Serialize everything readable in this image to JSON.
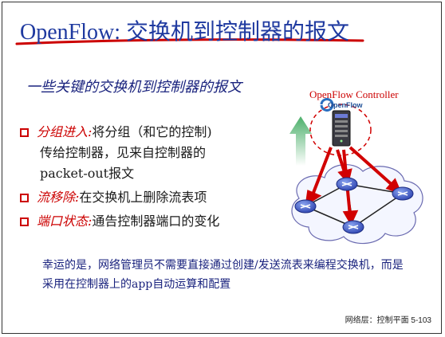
{
  "title": "OpenFlow: 交换机到控制器的报文",
  "subtitle": "一些关键的交换机到控制器的报文",
  "bullets": [
    {
      "term": "分组进入:",
      "text": "将分组（和它的控制)",
      "cont1": "传给控制器，见来自控制器的",
      "cont2": "packet-out报文"
    },
    {
      "term": "流移除:",
      "text": "在交换机上删除流表项"
    },
    {
      "term": "端口状态:",
      "text": "通告控制器端口的变化"
    }
  ],
  "note": "幸运的是，网络管理员不需要直接通过创建/发送流表来编程交换机，而是采用在控制器上的app自动运算和配置",
  "controller_label": "OpenFlow Controller",
  "logo_text": "OpenFlow",
  "footer": "网络层：控制平面 5-103",
  "colors": {
    "title": "#1f3aa0",
    "accent": "#cc0000",
    "router": "#3b55c8"
  }
}
